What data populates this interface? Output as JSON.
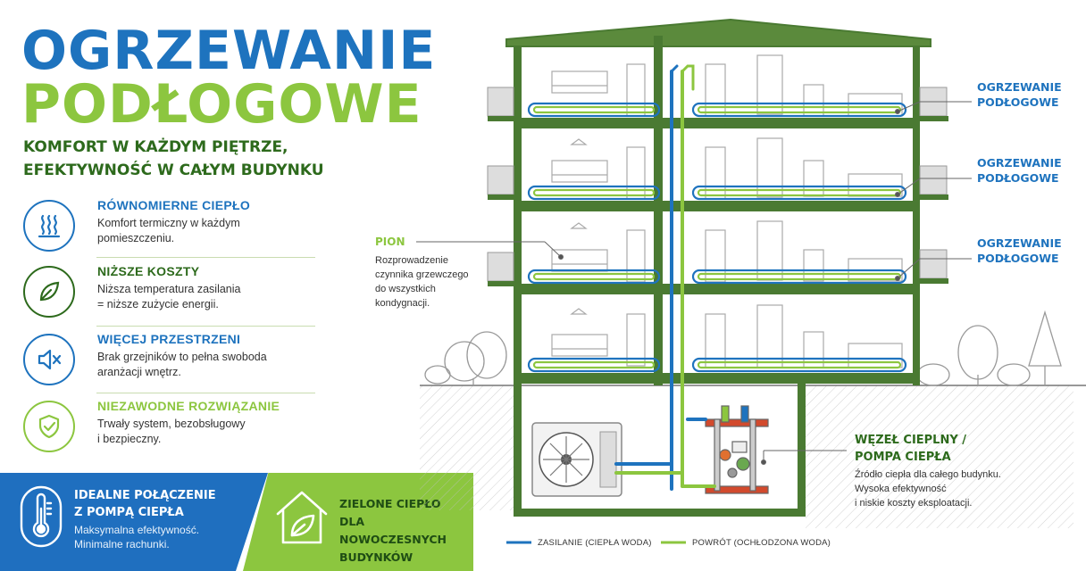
{
  "title": {
    "line1": "OGRZEWANIE",
    "line2": "PODŁOGOWE"
  },
  "subtitle": {
    "line1": "KOMFORT W KAŻDYM PIĘTRZE,",
    "line2": "EFEKTYWNOŚĆ W CAŁYM BUDYNKU"
  },
  "features": [
    {
      "icon": "heat-waves-icon",
      "heading": "RÓWNOMIERNE CIEPŁO",
      "desc1": "Komfort termiczny w każdym",
      "desc2": "pomieszczeniu.",
      "color": "#1e73be"
    },
    {
      "icon": "leaf-icon",
      "heading": "NIŻSZE KOSZTY",
      "desc1": "Niższa temperatura zasilania",
      "desc2": "= niższe zużycie energii.",
      "color": "#2d6a1c"
    },
    {
      "icon": "mute-speaker-icon",
      "heading": "WIĘCEJ PRZESTRZENI",
      "desc1": "Brak grzejników to pełna swoboda",
      "desc2": "aranżacji wnętrz.",
      "color": "#1e73be"
    },
    {
      "icon": "shield-check-icon",
      "heading": "NIEZAWODNE ROZWIĄZANIE",
      "desc1": "Trwały system, bezobsługowy",
      "desc2": "i bezpieczny.",
      "color": "#8cc63f"
    }
  ],
  "banner_blue": {
    "icon": "thermometer-icon",
    "head1": "IDEALNE POŁĄCZENIE",
    "head2": "Z POMPĄ CIEPŁA",
    "desc1": "Maksymalna efektywność.",
    "desc2": "Minimalne rachunki."
  },
  "banner_green": {
    "icon": "house-leaf-icon",
    "head1": "ZIELONE CIEPŁO",
    "head2": "DLA NOWOCZESNYCH",
    "head3": "BUDYNKÓW"
  },
  "annotations": {
    "floor_heating": [
      {
        "line1": "OGRZEWANIE",
        "line2": "PODŁOGOWE"
      },
      {
        "line1": "OGRZEWANIE",
        "line2": "PODŁOGOWE"
      },
      {
        "line1": "OGRZEWANIE",
        "line2": "PODŁOGOWE"
      }
    ],
    "pion": {
      "head": "PION",
      "desc1": "Rozprowadzenie",
      "desc2": "czynnika grzewczego",
      "desc3": "do wszystkich",
      "desc4": "kondygnacji."
    },
    "node": {
      "head1": "WĘZEŁ CIEPLNY /",
      "head2": "POMPA CIEPŁA",
      "desc1": "Źródło ciepła dla całego budynku.",
      "desc2": "Wysoka efektywność",
      "desc3": "i niskie koszty eksploatacji."
    }
  },
  "legend": {
    "supply": {
      "label": "ZASILANIE (CIEPŁA WODA)",
      "color": "#1e73be"
    },
    "return": {
      "label": "POWRÓT (OCHŁODZONA WODA)",
      "color": "#8cc63f"
    }
  },
  "colors": {
    "blue": "#1e73be",
    "green": "#8cc63f",
    "dark_green": "#2d6a1c",
    "wall": "#4a7a32"
  }
}
